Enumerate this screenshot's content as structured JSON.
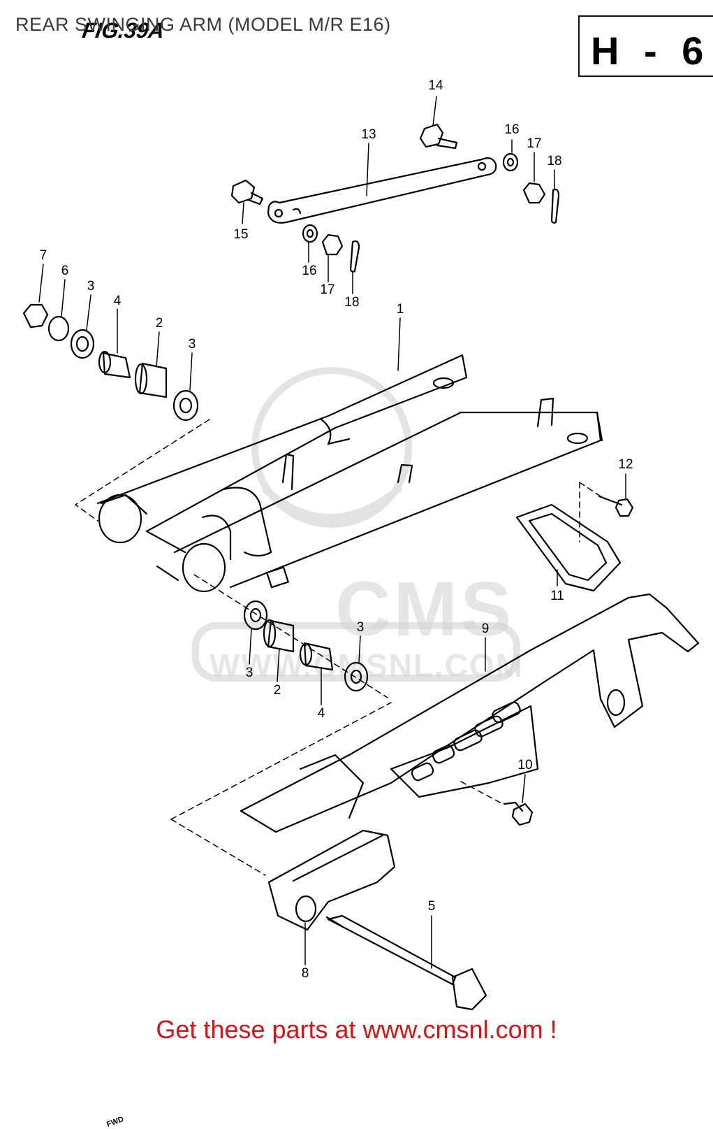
{
  "header": {
    "title": "REAR SWINGING ARM (MODEL M/R E16)",
    "fig_label": "FIG.39A",
    "page_code": "H - 6"
  },
  "watermark": {
    "brand": "CMS",
    "url": "WWW.CMSNL.COM"
  },
  "fwd_label": "FWD",
  "callouts": {
    "c1": "1",
    "c2a": "2",
    "c2b": "2",
    "c3a": "3",
    "c3b": "3",
    "c3c": "3",
    "c3d": "3",
    "c4a": "4",
    "c4b": "4",
    "c5": "5",
    "c6": "6",
    "c7": "7",
    "c8": "8",
    "c9": "9",
    "c10": "10",
    "c11": "11",
    "c12": "12",
    "c13": "13",
    "c14": "14",
    "c15": "15",
    "c16a": "16",
    "c16b": "16",
    "c17a": "17",
    "c17b": "17",
    "c18a": "18",
    "c18b": "18"
  },
  "footer": {
    "text": "Get these parts at www.cmsnl.com !"
  }
}
